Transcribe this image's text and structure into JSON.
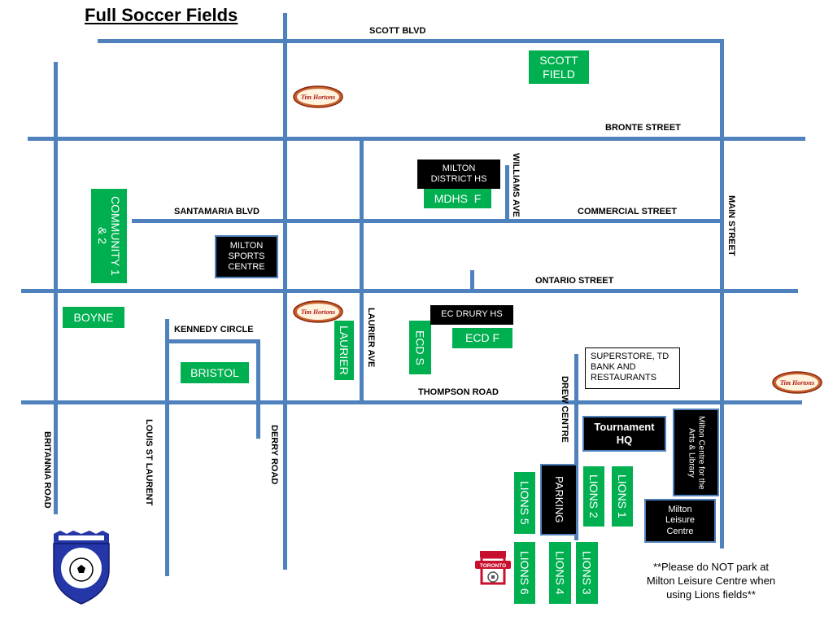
{
  "title": "Full Soccer Fields",
  "roads": {
    "scott_blvd": "SCOTT BLVD",
    "bronte_street": "BRONTE STREET",
    "santamaria_blvd": "SANTAMARIA BLVD",
    "commercial_street": "COMMERCIAL STREET",
    "ontario_street": "ONTARIO STREET",
    "kennedy_circle": "KENNEDY CIRCLE",
    "thompson_road": "THOMPSON ROAD",
    "williams_ave": "WILLIAMS AVE",
    "main_street": "MAIN STREET",
    "laurier_ave": "LAURIER AVE",
    "drew_centre": "DREW CENTRE",
    "britannia_road": "BRITANNIA ROAD",
    "louis_st_laurent": "LOUIS ST LAURENT",
    "derry_road": "DERRY ROAD"
  },
  "fields": {
    "scott_field": "SCOTT FIELD",
    "mdhs_f": "MDHS  F",
    "community": "COMMUNITY 1 & 2",
    "boyne": "BOYNE",
    "bristol": "BRISTOL",
    "laurier": "LAURIER",
    "ecd_s": "ECD S",
    "ecd_f": "ECD F",
    "lions_1": "LIONS 1",
    "lions_2": "LIONS 2",
    "lions_3": "LIONS 3",
    "lions_4": "LIONS 4",
    "lions_5": "LIONS 5",
    "lions_6": "LIONS 6"
  },
  "buildings": {
    "milton_district_hs": "MILTON DISTRICT HS",
    "milton_sports_centre": "MILTON SPORTS CENTRE",
    "ec_drury_hs": "EC DRURY HS",
    "tournament_hq": "Tournament HQ",
    "milton_centre_arts": "Milton  Centre for the Arts & Library",
    "milton_leisure_centre": "Milton Leisure Centre",
    "parking": "PARKING"
  },
  "superstore_box": "SUPERSTORE, TD BANK AND RESTAURANTS",
  "parking_note": "**Please do NOT park at Milton Leisure Centre when using Lions fields**",
  "tim_hortons_text": "Tim Hortons",
  "toronto_logo_text": "TORONTO",
  "colors": {
    "road": "#4f81bd",
    "field": "#00b050",
    "building": "#000000"
  }
}
